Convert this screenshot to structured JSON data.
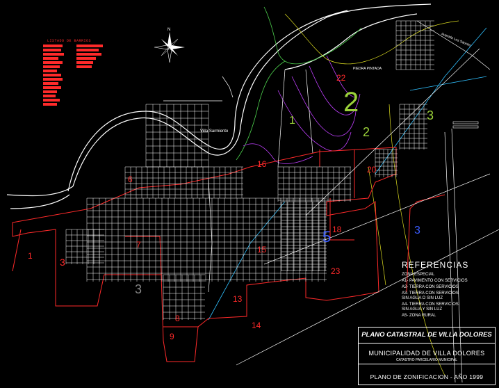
{
  "legend": {
    "title": "LISTADO DE BARRIOS"
  },
  "title_block": {
    "plan_title": "PLANO CATASTRAL DE VILLA DOLORES",
    "municipality": "MUNICIPALIDAD DE VILLA DOLORES",
    "subtitle": "CATASTRO PARCELARIO MUNICIPAL",
    "plan_type": "PLANO DE ZONIFICACION - AÑO 1999"
  },
  "references": {
    "title": "REFERENCIAS",
    "items": [
      "ZONA ESPECIAL",
      "A1- PAVIMENTO CON SERVICIOS",
      "A2- TIERRA CON SERVICIOS",
      "A3- TIERRA CON SERVICIOS\nSIN AGUA O SIN LUZ",
      "A4- TIERRA CON SERVICIOS\nSIN AGUA Y SIN LUZ",
      "A5- ZONA RURAL"
    ]
  },
  "place_labels": {
    "villa_sarmiento": "Villa Sarmiento",
    "piedra_pintada": "PIEDRA PINTADA",
    "avenida": "Avenida Los Sauces"
  },
  "zones": [
    {
      "label": "1",
      "color": "#9bd13a"
    },
    {
      "label": "2",
      "color": "#9bd13a"
    },
    {
      "label": "2",
      "color": "#9bd13a"
    },
    {
      "label": "3",
      "color": "#9bd13a"
    },
    {
      "label": "3",
      "color": "#ff2a2a"
    },
    {
      "label": "1",
      "color": "#ff2a2a"
    },
    {
      "label": "6",
      "color": "#ff2a2a"
    },
    {
      "label": "7",
      "color": "#ff2a2a"
    },
    {
      "label": "3",
      "color": "#888888"
    },
    {
      "label": "8",
      "color": "#ff2a2a"
    },
    {
      "label": "9",
      "color": "#ff2a2a"
    },
    {
      "label": "13",
      "color": "#ff2a2a"
    },
    {
      "label": "14",
      "color": "#ff2a2a"
    },
    {
      "label": "15",
      "color": "#ff2a2a"
    },
    {
      "label": "16",
      "color": "#ff2a2a"
    },
    {
      "label": "20",
      "color": "#ff2a2a"
    },
    {
      "label": "22",
      "color": "#ff2a2a"
    },
    {
      "label": "23",
      "color": "#ff2a2a"
    },
    {
      "label": "3",
      "color": "#3a5cff"
    },
    {
      "label": "18",
      "color": "#ff2a2a"
    },
    {
      "label": "5",
      "color": "#3a5cff"
    }
  ],
  "colors": {
    "boundary": "#ff2a2a",
    "zone_green": "#9bd13a",
    "river": "#ffffff",
    "contour_magenta": "#c040ff",
    "contour_yellow": "#e0e020",
    "rail": "#30c0ff"
  }
}
